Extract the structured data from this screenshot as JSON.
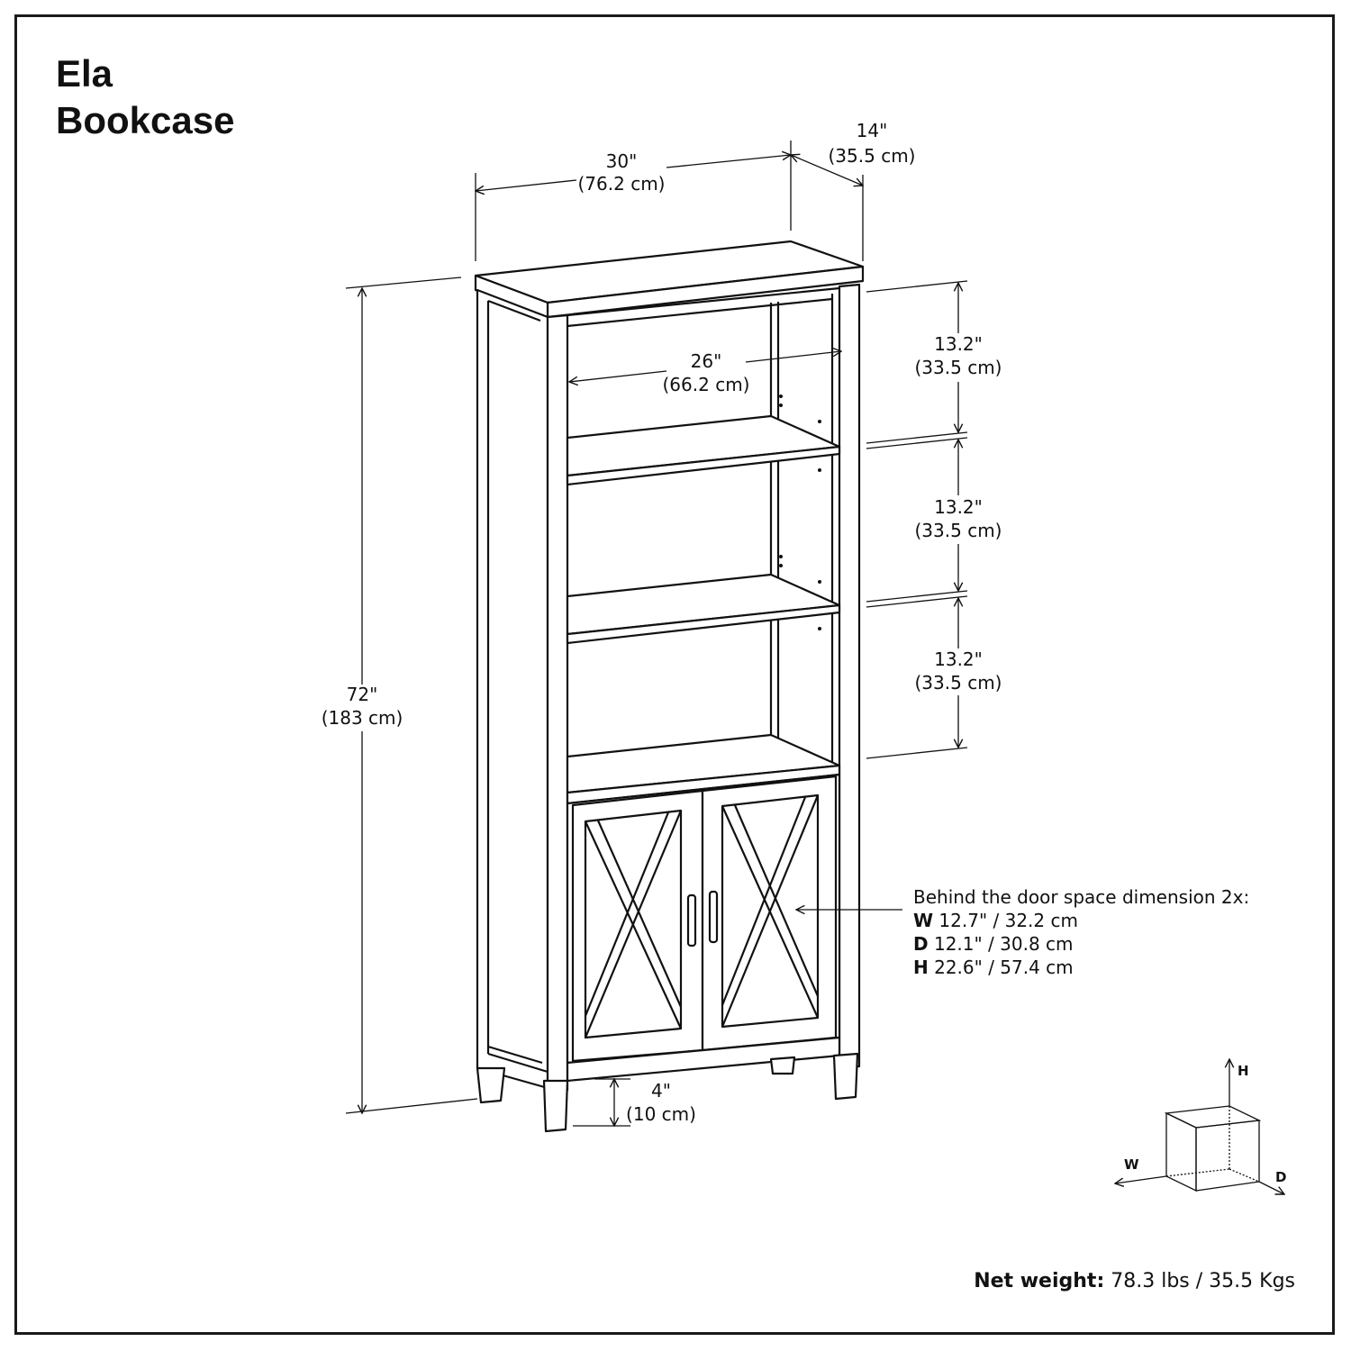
{
  "title": {
    "line1": "Ela",
    "line2": "Bookcase"
  },
  "dimensions": {
    "width": {
      "in": "30\"",
      "cm": "(76.2 cm)"
    },
    "depth": {
      "in": "14\"",
      "cm": "(35.5 cm)"
    },
    "height": {
      "in": "72\"",
      "cm": "(183 cm)"
    },
    "inner_width": {
      "in": "26\"",
      "cm": "(66.2 cm)"
    },
    "shelf_spacing": [
      {
        "in": "13.2\"",
        "cm": "(33.5 cm)"
      },
      {
        "in": "13.2\"",
        "cm": "(33.5 cm)"
      },
      {
        "in": "13.2\"",
        "cm": "(33.5 cm)"
      }
    ],
    "leg_height": {
      "in": "4\"",
      "cm": "(10 cm)"
    }
  },
  "door_space": {
    "heading": "Behind the door space dimension 2x:",
    "rows": [
      {
        "key": "W",
        "value": " 12.7\" / 32.2 cm"
      },
      {
        "key": "D",
        "value": " 12.1\" / 30.8 cm"
      },
      {
        "key": "H",
        "value": " 22.6\" / 57.4 cm"
      }
    ]
  },
  "axes": {
    "h": "H",
    "w": "W",
    "d": "D"
  },
  "net_weight": {
    "label": "Net weight:",
    "value": " 78.3 lbs / 35.5 Kgs"
  }
}
